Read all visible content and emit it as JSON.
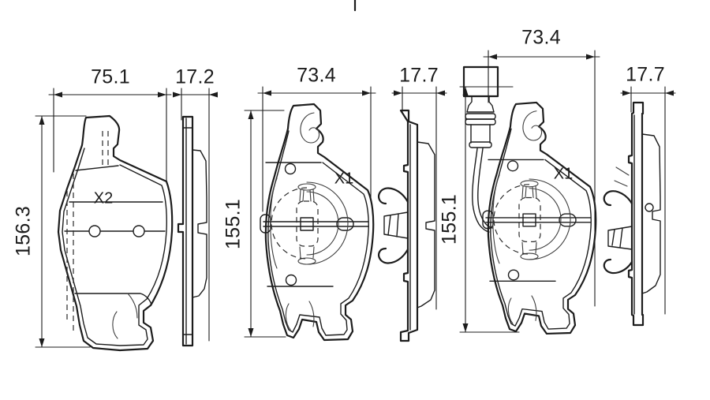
{
  "drawing": {
    "background_color": "#ffffff",
    "line_color": "#1c1c1c",
    "pads": [
      {
        "marking": "X2",
        "width": "75.1",
        "thickness": "17.2",
        "height": "156.3"
      },
      {
        "marking": "X1",
        "width": "73.4",
        "thickness": "17.7",
        "height": "155.1"
      },
      {
        "marking": "X1",
        "width": "73.4",
        "thickness": "17.7",
        "height": "155.1",
        "accessory": "wear-sensor-connector"
      }
    ]
  }
}
